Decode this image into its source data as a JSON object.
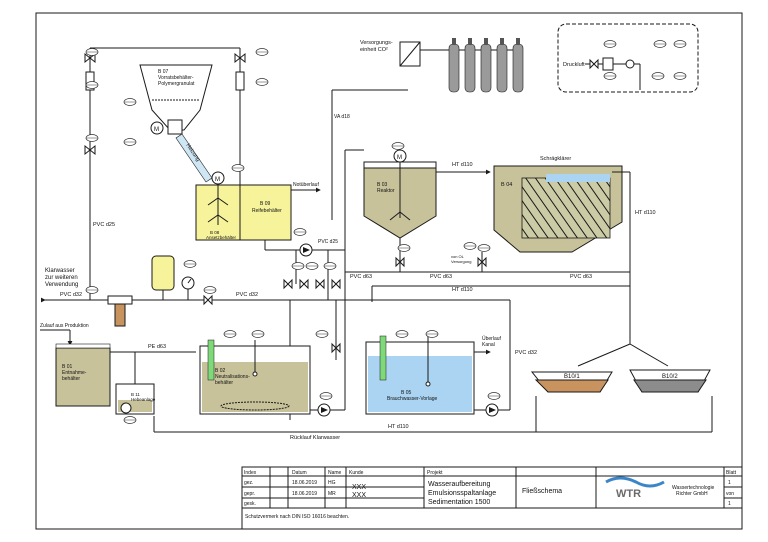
{
  "labels": {
    "versorgung": [
      "Versorgungs-",
      "einheit CO²"
    ],
    "druckluft": "Druckluft",
    "b07": [
      "B 07",
      "Vorratsbehälter-",
      "Polymergranulat"
    ],
    "heizung": "Heizung",
    "va": "VA d18",
    "notueberlauf": "Notüberlauf",
    "b09": [
      "B 09",
      "Reifebehälter"
    ],
    "b08": [
      "B 08",
      "Ansetzbehälter"
    ],
    "pvc_d25_pump": "PVC d25",
    "pvc_d25_left": "PVC d25",
    "klarwasser": [
      "Klarwasser",
      "zur weiteren",
      "Verwendung"
    ],
    "pvc_d32_left": "PVC d32",
    "pvc_d32_mid": "PVC d32",
    "pvc_d32_right": "PVC d32",
    "ht_top": "HT d110",
    "ht_right": "HT d110",
    "ht_mid": "HT d110",
    "ht_bottom": "HT d110",
    "schraegklaerer": "Schrägklärer",
    "b03": [
      "B 03",
      "Reaktor"
    ],
    "b04": "B 04",
    "pvc_d63_a": "PVC d63",
    "pvc_d63_b": "PVC d63",
    "pvc_d63_c": "PVC d63",
    "pe_d63": "PE d63",
    "von_ox": [
      "von OL",
      "Versorgung"
    ],
    "zulauf": "Zulauf aus Produktion",
    "b01": [
      "B 01",
      "Entnahme-",
      "behälter"
    ],
    "b02": [
      "B 02",
      "Neutralisations-",
      "behälter"
    ],
    "b05": [
      "B 05",
      "Brauchwasser-Vorlage"
    ],
    "b11": [
      "B 11",
      "Hebeanlage"
    ],
    "ueberlauf": [
      "Überlauf",
      "Kanal"
    ],
    "b10_1": "B10/1",
    "b10_2": "B10/2",
    "ruecklauf": "Rücklauf Klarwasser"
  },
  "title_block": {
    "header": [
      "Index",
      "Datum",
      "Name",
      "Kunde",
      "Projekt"
    ],
    "rows": [
      {
        "label": "gez.",
        "date": "18.06.2019",
        "name": "HG"
      },
      {
        "label": "gepr.",
        "date": "18.06.2019",
        "name": "MR"
      },
      {
        "label": "gesk.",
        "date": "",
        "name": ""
      }
    ],
    "kunde": [
      "XXX",
      "XXX"
    ],
    "projekt": [
      "Wasseraufbereitung",
      "Emulsionsspaltanlage",
      "Sedimentation 1500"
    ],
    "drawing_title": "Fließschema",
    "company": [
      "Wassertechnologie",
      "Richter GmbH"
    ],
    "logo": "WTR",
    "blatt_label": "Blatt",
    "blatt": "1",
    "von_label": "von",
    "von": "1",
    "footer_note": "Schutzvermerk nach DIN ISO 16016 beachten."
  },
  "colors": {
    "yellow": "#f7f39a",
    "olive": "#c8c29b",
    "blue": "#aad4f2",
    "brown": "#c8935e",
    "green": "#7fd97a",
    "gray": "#8c8c8c",
    "line": "#1a1a1a"
  }
}
